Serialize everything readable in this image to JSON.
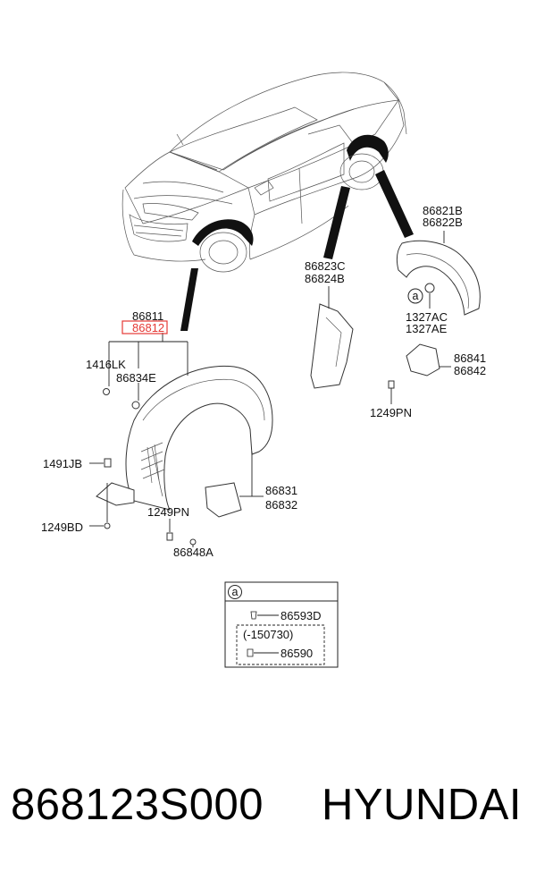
{
  "labels": {
    "p86811": "86811",
    "p86812": "86812",
    "p1416LK": "1416LK",
    "p86834E": "86834E",
    "p1491JB": "1491JB",
    "p1249BD": "1249BD",
    "p1249PN_a": "1249PN",
    "p86848A": "86848A",
    "p86831": "86831",
    "p86832": "86832",
    "p86823C": "86823C",
    "p86824B": "86824B",
    "p86821B": "86821B",
    "p86822B": "86822B",
    "p1327AC": "1327AC",
    "p1327AE": "1327AE",
    "p86841": "86841",
    "p86842": "86842",
    "p1249PN_b": "1249PN",
    "circle_a": "a"
  },
  "legend_box": {
    "key": "a",
    "item1": "86593D",
    "note": "(-150730)",
    "item2": "86590"
  },
  "highlight_color": "#e53935",
  "footer": {
    "part_number": "868123S000",
    "brand": "HYUNDAI"
  }
}
